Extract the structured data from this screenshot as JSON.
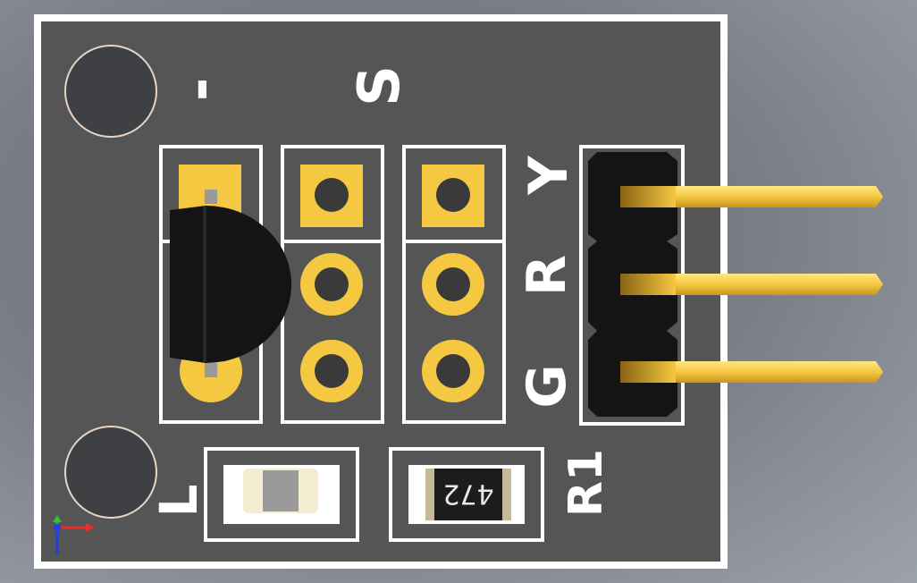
{
  "silkscreen": {
    "minus": "-",
    "signal": "S",
    "pin_y": "Y",
    "pin_r": "R",
    "pin_g": "G",
    "led_label": "L",
    "resistor_label": "R1"
  },
  "resistor": {
    "marking": "472"
  },
  "colors": {
    "board": "#555555",
    "board_border": "#ffffff",
    "gold": "#f5c842",
    "component": "#141414"
  }
}
